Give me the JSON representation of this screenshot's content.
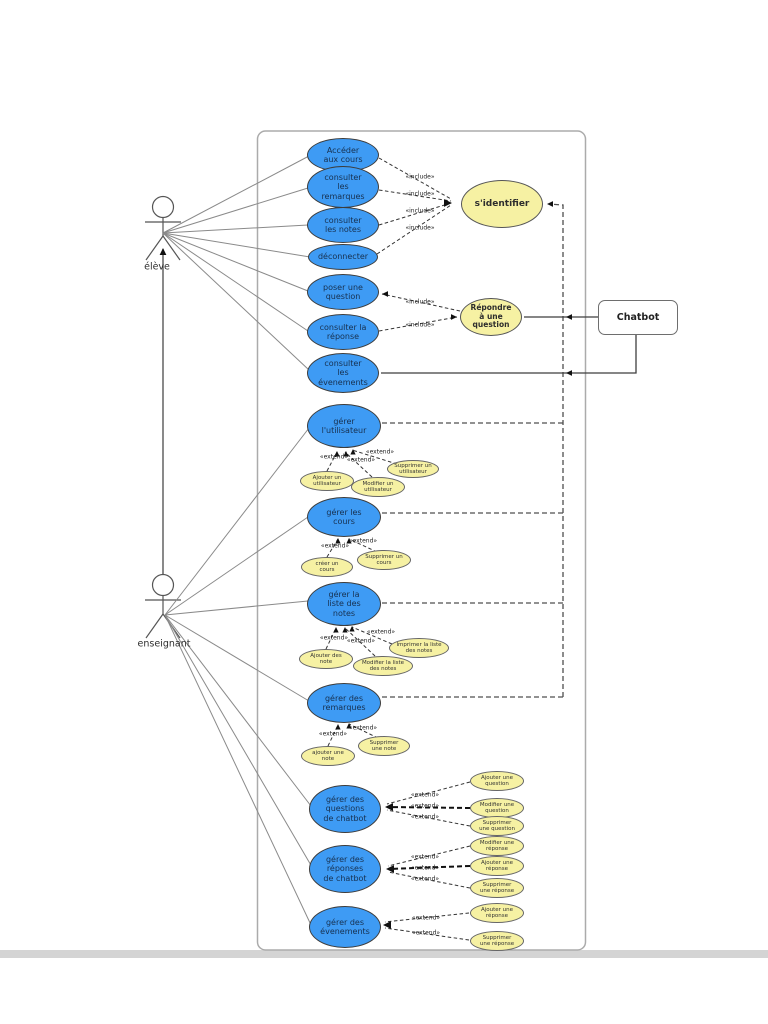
{
  "diagram": {
    "actors": {
      "eleve": "élève",
      "enseignant": "enseignant"
    },
    "external": {
      "chatbot": "Chatbot"
    },
    "stereotypes": {
      "include": "«include»",
      "extend": "«extend»"
    },
    "use_cases": {
      "acceder": "Accéder\naux cours",
      "consulter_remarques": "consulter\nles\nremarques",
      "consulter_notes": "consulter\nles notes",
      "deconnecter": "déconnecter",
      "poser_question": "poser une\nquestion",
      "consulter_reponse": "consulter la\nréponse",
      "consulter_evenements": "consulter\nles\névenements",
      "identifier": "s'identifier",
      "repondre": "Répondre\nà une\nquestion",
      "gerer_utilisateur": "gérer\nl'utilisateur",
      "gerer_cours": "gérer les\ncours",
      "gerer_liste_notes": "gérer la\nliste des\nnotes",
      "gerer_remarques": "gérer des\nremarques",
      "gerer_questions": "gérer des\nquestions\nde chatbot",
      "gerer_reponses": "gérer des\nréponses\nde chatbot",
      "gerer_evenements": "gérer des\névenements",
      "ajouter_utilisateur": "Ajouter un\nutilisateur",
      "modifier_utilisateur": "Modifier un\nutilisateur",
      "supprimer_utilisateur": "Supprimer un\nutilisateur",
      "creer_cours": "créer un\ncours",
      "supprimer_cours": "Supprimer un\ncours",
      "ajouter_notes": "Ajouter des\nnote",
      "modifier_liste_notes": "Modifier la liste\ndes notes",
      "imprimer_liste_notes": "Imprimer la liste\ndes notes",
      "ajouter_note": "ajouter une\nnote",
      "supprimer_note": "Supprimer\nune note",
      "ajouter_question": "Ajouter une\nquestion",
      "modifier_question": "Modifier une\nquestion",
      "supprimer_question": "Supprimer\nune question",
      "modifier_reponse": "Modifier une\nréponse",
      "ajouter_reponse": "Ajouter une\nréponse",
      "supprimer_reponse": "Supprimer\nune réponse",
      "ajouter_reponse_evt": "Ajouter une\nréponse",
      "supprimer_reponse_evt": "Supprimer\nune réponse"
    },
    "colors": {
      "primary_fill": "#3E9BF4",
      "secondary_fill": "#F6F1A3",
      "boundary_stroke": "#ababab",
      "association_stroke": "#8a8a8a",
      "dependency_stroke": "#333333"
    }
  }
}
